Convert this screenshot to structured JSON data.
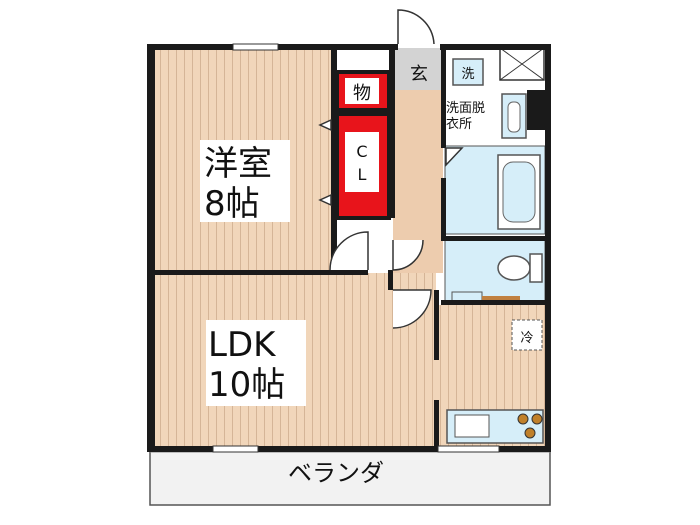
{
  "rooms": {
    "western": {
      "name": "洋室",
      "size": "8帖"
    },
    "ldk": {
      "name": "LDK",
      "size": "10帖"
    },
    "storage": {
      "label": "物"
    },
    "closet": {
      "line1": "C",
      "line2": "L"
    },
    "entrance": {
      "label": "玄"
    },
    "washroom": {
      "line1": "洗面脱",
      "line2": "衣所"
    },
    "washer": {
      "label": "洗"
    },
    "fridge": {
      "label": "冷"
    },
    "veranda": {
      "label": "ベランダ"
    }
  },
  "colors": {
    "floor_wood": "#E9C9A6",
    "floor_stripe": "#BE9A7A",
    "wet_area": "#D6EEF9",
    "closet_red": "#E8141B",
    "wall": "#1A1A1A",
    "veranda": "#F2F2F2",
    "entrance_gray": "#D3D3D3"
  },
  "icons": [
    "door-swing-icon",
    "bathtub-icon",
    "toilet-icon",
    "sink-icon",
    "kitchen-sink-icon",
    "stove-icon",
    "washer-icon",
    "fridge-icon",
    "window-icon"
  ]
}
